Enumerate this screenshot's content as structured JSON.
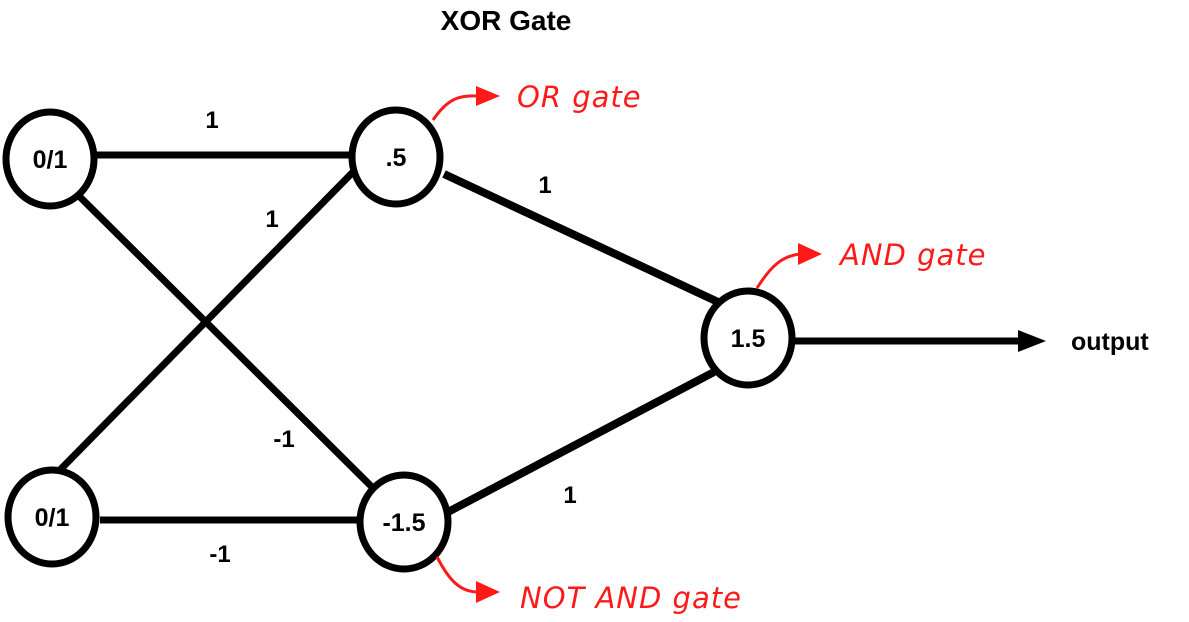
{
  "title": "XOR Gate",
  "nodes": {
    "input_top": "0/1",
    "input_bottom": "0/1",
    "hidden_top": ".5",
    "hidden_bottom": "-1.5",
    "output_node": "1.5"
  },
  "weights": {
    "in_top_to_hidden_top": "1",
    "in_bottom_to_hidden_top": "1",
    "in_top_to_hidden_bottom": "-1",
    "in_bottom_to_hidden_bottom": "-1",
    "hidden_top_to_output": "1",
    "hidden_bottom_to_output": "1"
  },
  "annotations": {
    "hidden_top": "OR gate",
    "output_node": "AND gate",
    "hidden_bottom": "NOT AND gate"
  },
  "output_label": "output",
  "colors": {
    "line": "#000000",
    "annotation": "#ff1a1a"
  }
}
